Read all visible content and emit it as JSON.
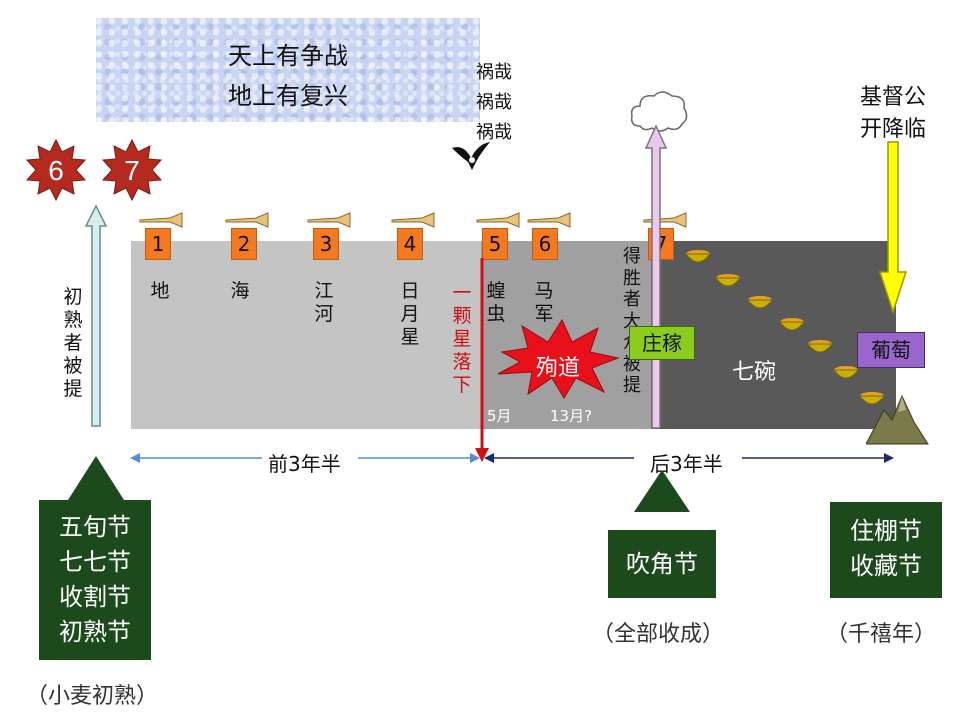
{
  "banner": {
    "line1": "天上有争战",
    "line2": "地上有复兴"
  },
  "woe": [
    "祸哉",
    "祸哉",
    "祸哉"
  ],
  "second_coming": {
    "line1": "基督公",
    "line2": "开降临"
  },
  "seals": [
    "6",
    "7"
  ],
  "trumpets": [
    {
      "num": "1",
      "label": [
        "地"
      ]
    },
    {
      "num": "2",
      "label": [
        "海"
      ]
    },
    {
      "num": "3",
      "label": [
        "江",
        "河"
      ]
    },
    {
      "num": "4",
      "label": [
        "日",
        "月",
        "星"
      ]
    },
    {
      "num": "5",
      "label": [
        "蝗",
        "虫"
      ]
    },
    {
      "num": "6",
      "label": [
        "马",
        "军"
      ]
    },
    {
      "num": "7",
      "label": []
    }
  ],
  "firstfruits_rapture": [
    "初",
    "熟",
    "者",
    "被",
    "提"
  ],
  "star_falls": [
    "一",
    "颗",
    "星",
    "落",
    "下"
  ],
  "overcomers_rapture": [
    "得",
    "胜",
    "者",
    "大",
    "众",
    "被",
    "提"
  ],
  "martyrdom": "殉道",
  "harvest": "庄稼",
  "grapes": "葡萄",
  "seven_bowls": "七碗",
  "five_months": "5月",
  "thirteen_months": "13月?",
  "first_half": "前3年半",
  "second_half": "后3年半",
  "feast_pentecost": [
    "五旬节",
    "七七节",
    "收割节",
    "初熟节"
  ],
  "feast_trumpets": "吹角节",
  "feast_tabernacles": [
    "住棚节",
    "收藏节"
  ],
  "caption_wheat": "（小麦初熟）",
  "caption_full": "（全部收成）",
  "caption_millennium": "（千禧年）",
  "colors": {
    "first_half_band": "#c4c4c4",
    "second_half_band": "#595959",
    "feast": "#1d4a1d",
    "star_arrow": "#d01010",
    "harvest": "#8ccc1e",
    "grapes": "#9966cc",
    "yellow_arrow": "#ffff00"
  }
}
